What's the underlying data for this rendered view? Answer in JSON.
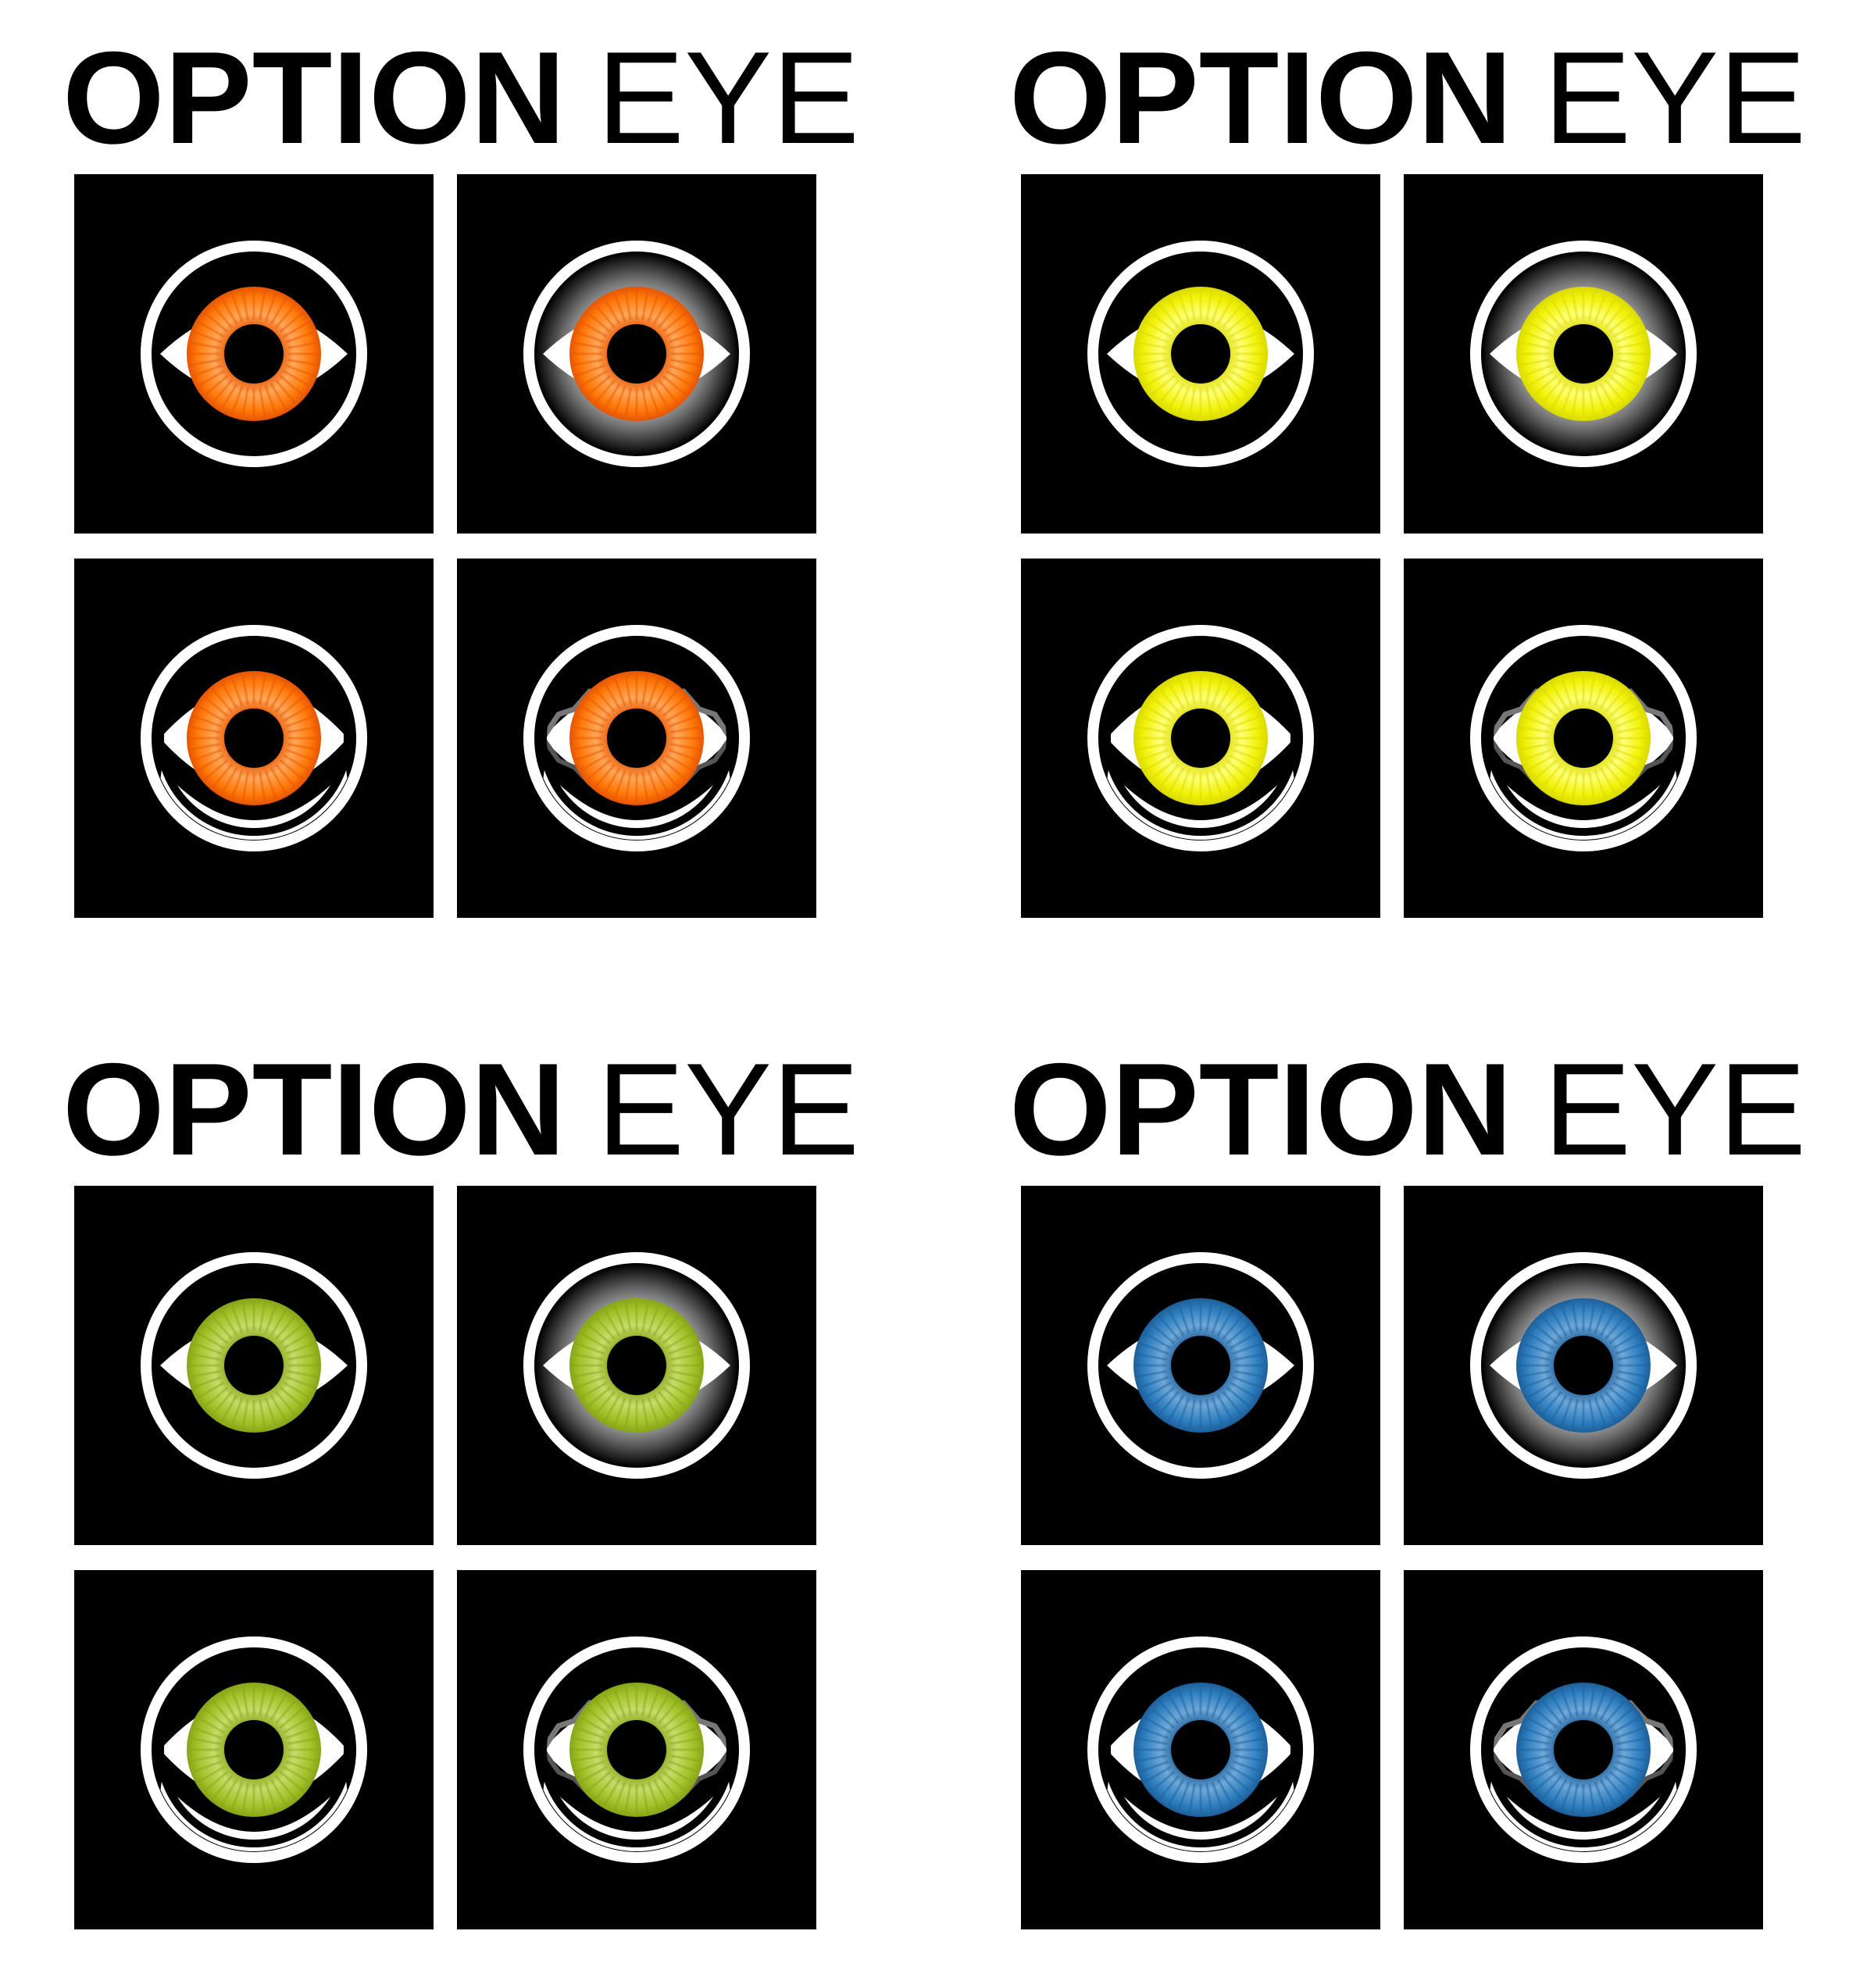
{
  "panels": [
    {
      "title_bold": "OPTION",
      "title_light": "EYE",
      "iris_color": "#ff7a0a",
      "iris_dark": "#e65400",
      "iris_light": "#ffa85a"
    },
    {
      "title_bold": "OPTION",
      "title_light": "EYE",
      "iris_color": "#f2f20a",
      "iris_dark": "#d9d900",
      "iris_light": "#ffff7a"
    },
    {
      "title_bold": "OPTION",
      "title_light": "EYE",
      "iris_color": "#a3c22a",
      "iris_dark": "#86a516",
      "iris_light": "#c6dc6a"
    },
    {
      "title_bold": "OPTION",
      "title_light": "EYE",
      "iris_color": "#2f7fc0",
      "iris_dark": "#1c5f9a",
      "iris_light": "#6fa8d8"
    }
  ],
  "tile_styles": [
    "plain",
    "shaded",
    "double-ring",
    "double-ring-lashes"
  ],
  "icons": {
    "eye": "eye-icon"
  }
}
